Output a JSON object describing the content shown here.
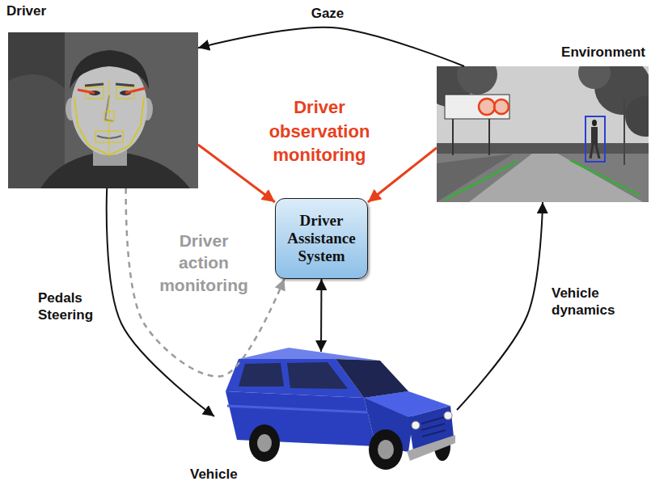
{
  "diagram": {
    "nodes": [
      {
        "text": [
          "Driver"
        ]
      },
      {
        "text": [
          "Environment"
        ]
      },
      {
        "text": [
          "Driver Assistance System"
        ]
      },
      {
        "text": [
          "Vehicle"
        ]
      }
    ],
    "edges": [
      {
        "from": 1,
        "to": 0,
        "arrow": "to",
        "label": "Gaze"
      },
      {
        "from": 0,
        "to": 2,
        "arrow": "to"
      },
      {
        "from": 1,
        "to": 2,
        "arrow": "to"
      },
      {
        "from": 2,
        "to": 3,
        "arrow": "both"
      },
      {
        "from": 0,
        "to": 3,
        "arrow": "to",
        "label": "Pedals Steering"
      },
      {
        "from": 3,
        "to": 1,
        "arrow": "to",
        "label": "Vehicle dynamics"
      },
      {
        "from": 0,
        "to": 2,
        "arrow": "to",
        "label": "Driver action monitoring"
      }
    ],
    "labels": [
      "Driver observation monitoring"
    ]
  }
}
